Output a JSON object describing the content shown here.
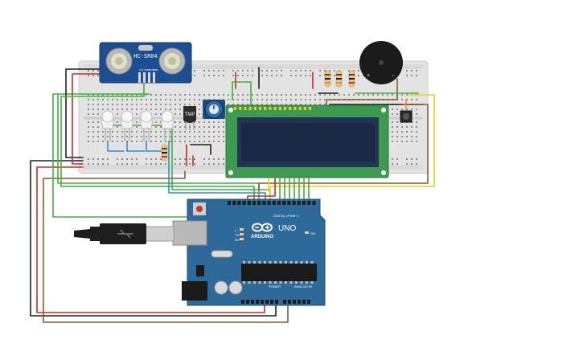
{
  "sensor": {
    "model": "HC-SR04",
    "pins": [
      "VCC",
      "TRIG",
      "ECHO",
      "GND"
    ]
  },
  "temp_sensor": {
    "label": "TMP"
  },
  "arduino": {
    "brand": "ARDUINO",
    "model": "UNO",
    "digital_header": "DIGITAL (PWM~)",
    "power_header": "POWER",
    "analog_header": "ANALOG IN",
    "on_label": "ON",
    "tx_label": "TX",
    "rx_label": "RX",
    "l_label": "L"
  },
  "buzzer": {
    "plus": "+",
    "minus": "-"
  },
  "wire_colors": {
    "red": "#d6281f",
    "black": "#1e1e1e",
    "green": "#3cb43c",
    "blue": "#2a8fd6",
    "yellow": "#e8d21e",
    "brown": "#8a5a2e",
    "orange": "#f08a2c"
  }
}
